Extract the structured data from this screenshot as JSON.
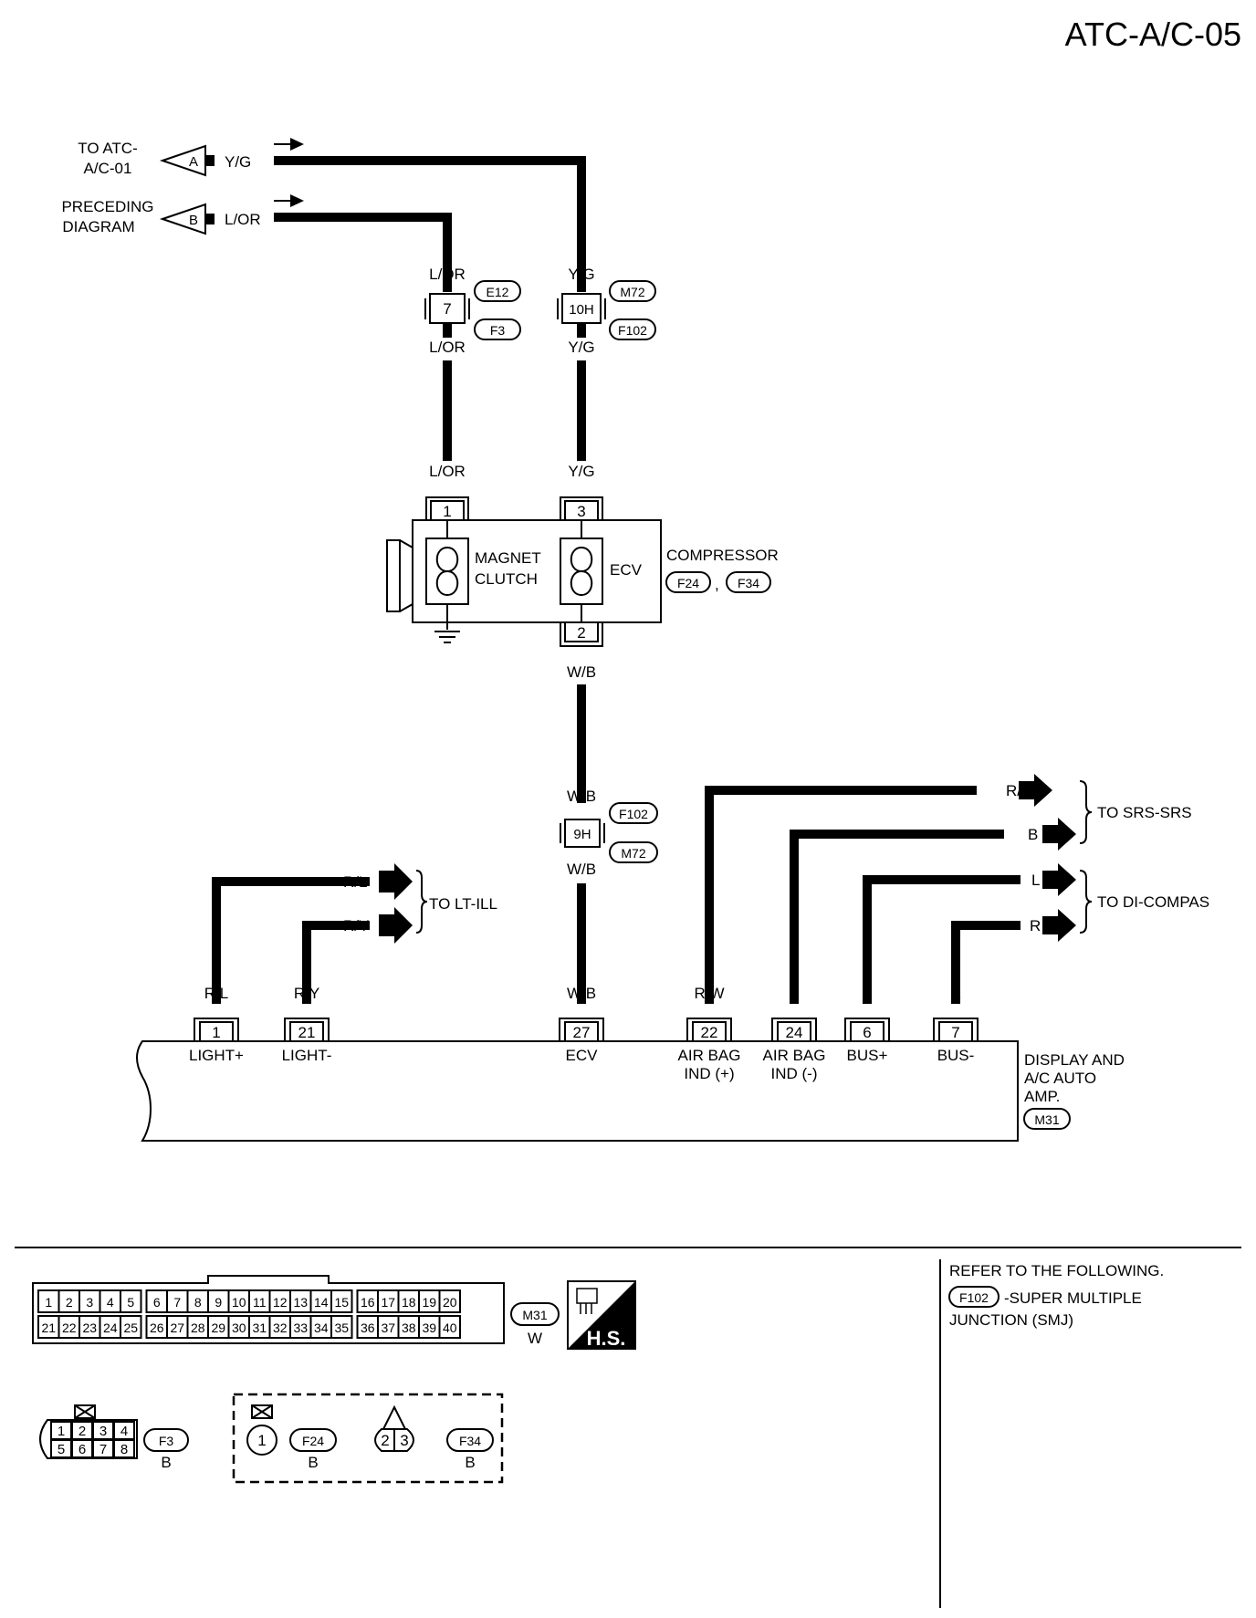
{
  "page_id": "ATC-A/C-05",
  "connector_a": {
    "letter": "A",
    "wire": "Y/G",
    "ref": [
      "TO ATC-",
      "A/C-01"
    ]
  },
  "connector_b": {
    "letter": "B",
    "wire": "L/OR",
    "ref": [
      "PRECEDING",
      "DIAGRAM"
    ]
  },
  "junction_lor": {
    "pin": "7",
    "wire_top": "L/OR",
    "wire_bottom": "L/OR",
    "conn_top": "E12",
    "conn_bottom": "F3"
  },
  "junction_yg": {
    "pin": "10H",
    "wire_top": "Y/G",
    "wire_bottom": "Y/G",
    "conn_top": "M72",
    "conn_bottom": "F102"
  },
  "compressor": {
    "wire_1": "L/OR",
    "wire_3": "Y/G",
    "pin_1": "1",
    "pin_3": "3",
    "pin_2": "2",
    "clutch_label": [
      "MAGNET",
      "CLUTCH"
    ],
    "ecv_label": "ECV",
    "name": "COMPRESSOR",
    "conn_1": "F24",
    "sep": ",",
    "conn_2": "F34",
    "wire_2": "W/B"
  },
  "junction_wb": {
    "pin": "9H",
    "wire_top": "W/B",
    "wire_bottom": "W/B",
    "conn_top": "F102",
    "conn_bottom": "M72"
  },
  "lt_ill": {
    "wire_1": "R/L",
    "wire_2": "R/Y",
    "label": "TO LT-ILL"
  },
  "srs": {
    "wire_1": "R/W",
    "wire_2": "B",
    "label": "TO SRS-SRS"
  },
  "compas": {
    "wire_1": "L",
    "wire_2": "R",
    "label": "TO DI-COMPAS"
  },
  "amp": {
    "pins": [
      {
        "wire": "R/L",
        "pin": "1",
        "name": [
          "LIGHT+"
        ]
      },
      {
        "wire": "R/Y",
        "pin": "21",
        "name": [
          "LIGHT-"
        ]
      },
      {
        "wire": "W/B",
        "pin": "27",
        "name": [
          "ECV"
        ]
      },
      {
        "wire": "R/W",
        "pin": "22",
        "name": [
          "AIR BAG",
          "IND (+)"
        ]
      },
      {
        "wire": "B",
        "pin": "24",
        "name": [
          "AIR BAG",
          "IND (-)"
        ]
      },
      {
        "wire": "L",
        "pin": "6",
        "name": [
          "BUS+"
        ]
      },
      {
        "wire": "R",
        "pin": "7",
        "name": [
          "BUS-"
        ]
      }
    ],
    "name": [
      "DISPLAY AND",
      "A/C AUTO",
      "AMP."
    ],
    "conn": "M31"
  },
  "connectors": {
    "m31": {
      "row1": [
        "1",
        "2",
        "3",
        "4",
        "5",
        "6",
        "7",
        "8",
        "9",
        "10",
        "11",
        "12",
        "13",
        "14",
        "15",
        "16",
        "17",
        "18",
        "19",
        "20"
      ],
      "row2": [
        "21",
        "22",
        "23",
        "24",
        "25",
        "26",
        "27",
        "28",
        "29",
        "30",
        "31",
        "32",
        "33",
        "34",
        "35",
        "36",
        "37",
        "38",
        "39",
        "40"
      ],
      "id": "M31",
      "color": "W"
    },
    "hs_label": "H.S.",
    "f3": {
      "row1": [
        "1",
        "2",
        "3",
        "4"
      ],
      "row2": [
        "5",
        "6",
        "7",
        "8"
      ],
      "id": "F3",
      "color": "B"
    },
    "f24": {
      "pin": "1",
      "id": "F24",
      "color": "B"
    },
    "f34": {
      "pins": [
        "2",
        "3"
      ],
      "id": "F34",
      "color": "B"
    }
  },
  "refer": {
    "line1": "REFER TO THE FOLLOWING.",
    "conn": "F102",
    "line2": "-SUPER MULTIPLE",
    "line3": "JUNCTION (SMJ)"
  }
}
